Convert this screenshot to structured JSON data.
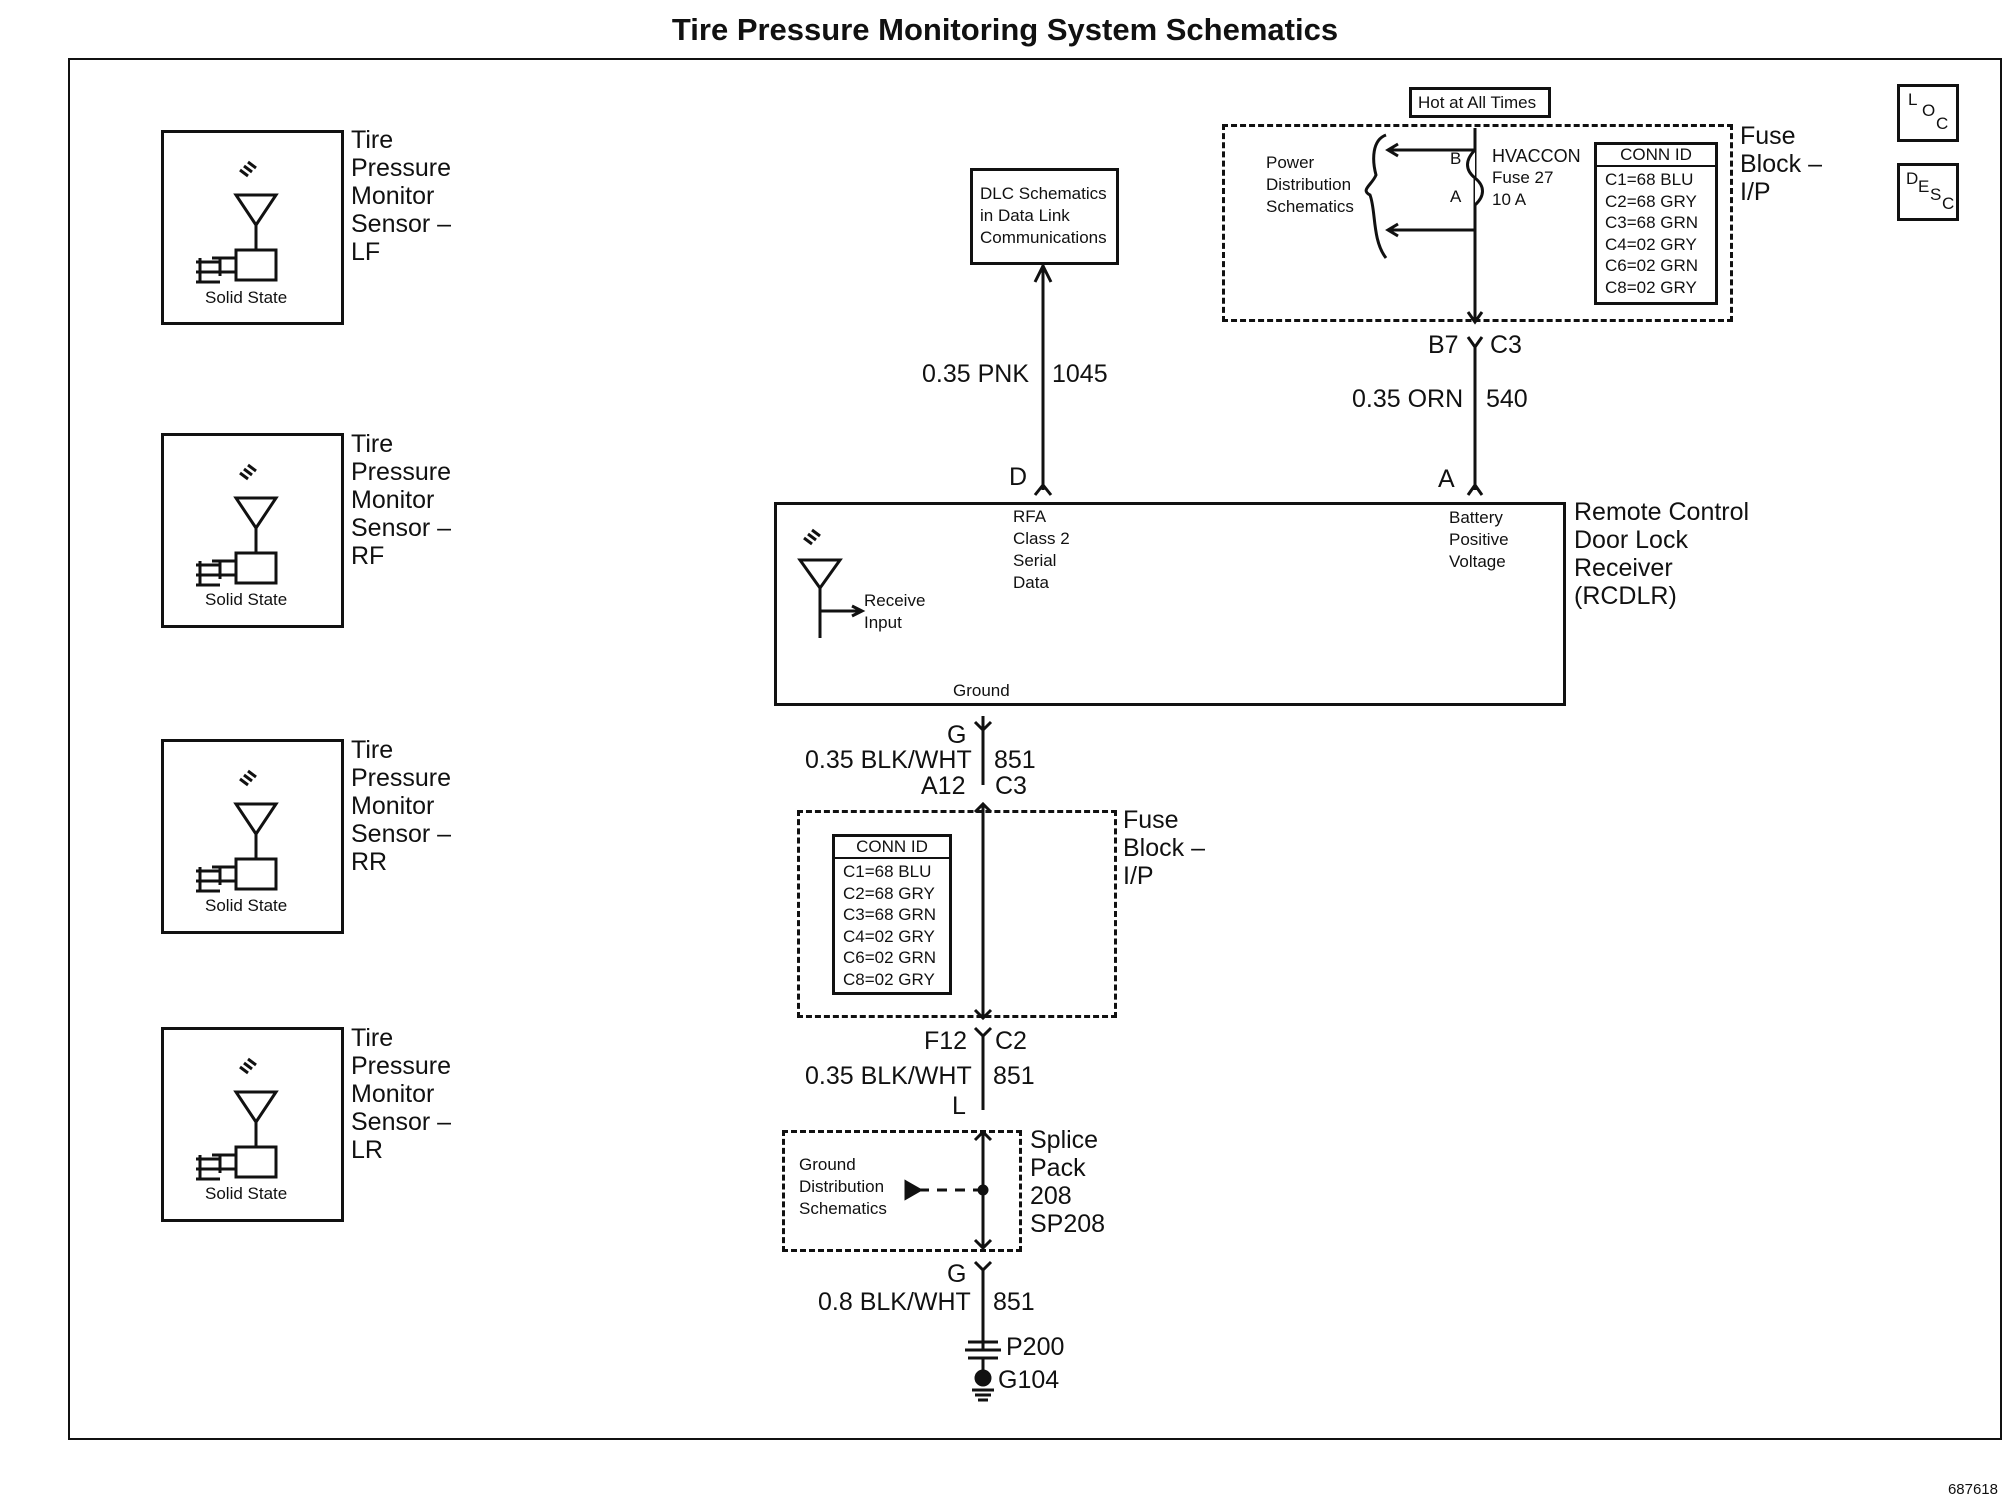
{
  "title": "Tire Pressure Monitoring System Schematics",
  "figure_id": "687618",
  "loc_icon": {
    "l": "L",
    "o": "O",
    "c": "C"
  },
  "desc_icon": {
    "d": "D",
    "e": "E",
    "s": "S",
    "c": "C"
  },
  "sensors": [
    {
      "name": "Tire\nPressure\nMonitor\nSensor –\nLF",
      "state": "Solid State"
    },
    {
      "name": "Tire\nPressure\nMonitor\nSensor –\nRF",
      "state": "Solid State"
    },
    {
      "name": "Tire\nPressure\nMonitor\nSensor –\nRR",
      "state": "Solid State"
    },
    {
      "name": "Tire\nPressure\nMonitor\nSensor –\nLR",
      "state": "Solid State"
    }
  ],
  "dlc_box": {
    "lines": [
      "DLC Schematics",
      "in Data Link",
      "Communications"
    ]
  },
  "hot_at_all_times": "Hot at All Times",
  "fuse_block_top": {
    "label_lines": [
      "Fuse",
      "Block –",
      "I/P"
    ],
    "power_dist": [
      "Power",
      "Distribution",
      "Schematics"
    ],
    "fuse_name": "HVACCON",
    "fuse_num": "Fuse 27",
    "fuse_amp": "10 A",
    "pin_b": "B",
    "pin_a": "A",
    "conn_header": "CONN ID",
    "conn_rows": [
      "C1=68 BLU",
      "C2=68 GRY",
      "C3=68 GRN",
      "C4=02 GRY",
      "C6=02 GRN",
      "C8=02 GRY"
    ]
  },
  "wires": {
    "pnk_gauge": "0.35 PNK",
    "pnk_circuit": "1045",
    "orn_gauge": "0.35 ORN",
    "orn_circuit": "540",
    "b7": "B7",
    "c3_top": "C3",
    "pin_d": "D",
    "pin_a": "A",
    "g_top": "G",
    "bw1_gauge": "0.35 BLK/WHT",
    "bw1_circuit": "851",
    "a12": "A12",
    "c3_mid": "C3",
    "f12": "F12",
    "c2": "C2",
    "bw2_gauge": "0.35 BLK/WHT",
    "bw2_circuit": "851",
    "pin_l": "L",
    "g_bot": "G",
    "bw3_gauge": "0.8 BLK/WHT",
    "bw3_circuit": "851",
    "p200": "P200",
    "g104": "G104"
  },
  "rcdlr": {
    "name_lines": [
      "Remote Control",
      "Door Lock",
      "Receiver",
      "(RCDLR)"
    ],
    "rfa": [
      "RFA",
      "Class 2",
      "Serial",
      "Data"
    ],
    "battery": [
      "Battery",
      "Positive",
      "Voltage"
    ],
    "receive": [
      "Receive",
      "Input"
    ],
    "ground": "Ground"
  },
  "fuse_block_mid": {
    "label_lines": [
      "Fuse",
      "Block –",
      "I/P"
    ],
    "conn_header": "CONN ID",
    "conn_rows": [
      "C1=68 BLU",
      "C2=68 GRY",
      "C3=68 GRN",
      "C4=02 GRY",
      "C6=02 GRN",
      "C8=02 GRY"
    ]
  },
  "splice": {
    "label_lines": [
      "Splice",
      "Pack",
      "208",
      "SP208"
    ],
    "ground_dist": [
      "Ground",
      "Distribution",
      "Schematics"
    ]
  }
}
